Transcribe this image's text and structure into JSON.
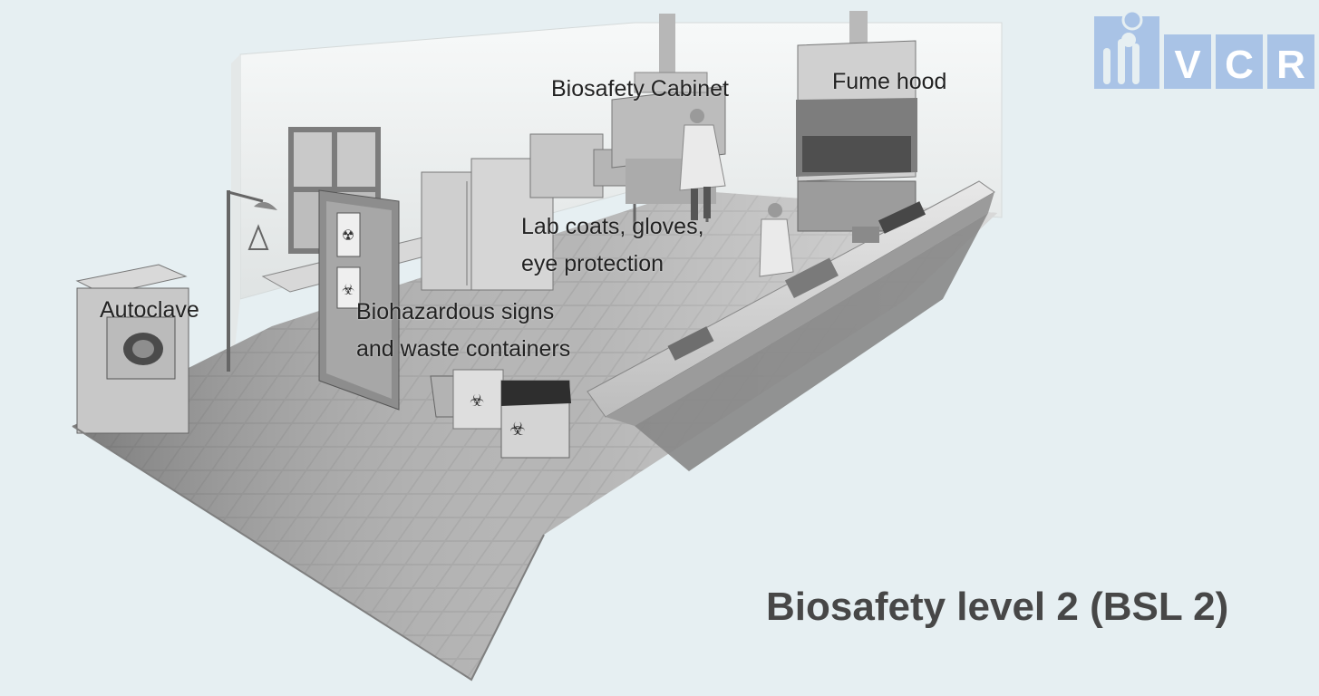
{
  "logo": {
    "letters": [
      "V",
      "C",
      "R"
    ],
    "color": "#a9c3e6"
  },
  "labels": {
    "biosafety_cabinet": "Biosafety Cabinet",
    "fume_hood": "Fume hood",
    "lab_coats": [
      "Lab coats, gloves,",
      "eye protection"
    ],
    "autoclave": "Autoclave",
    "biohazard": [
      "Biohazardous signs",
      "and waste containers"
    ]
  },
  "title": "Biosafety level 2 (BSL 2)"
}
